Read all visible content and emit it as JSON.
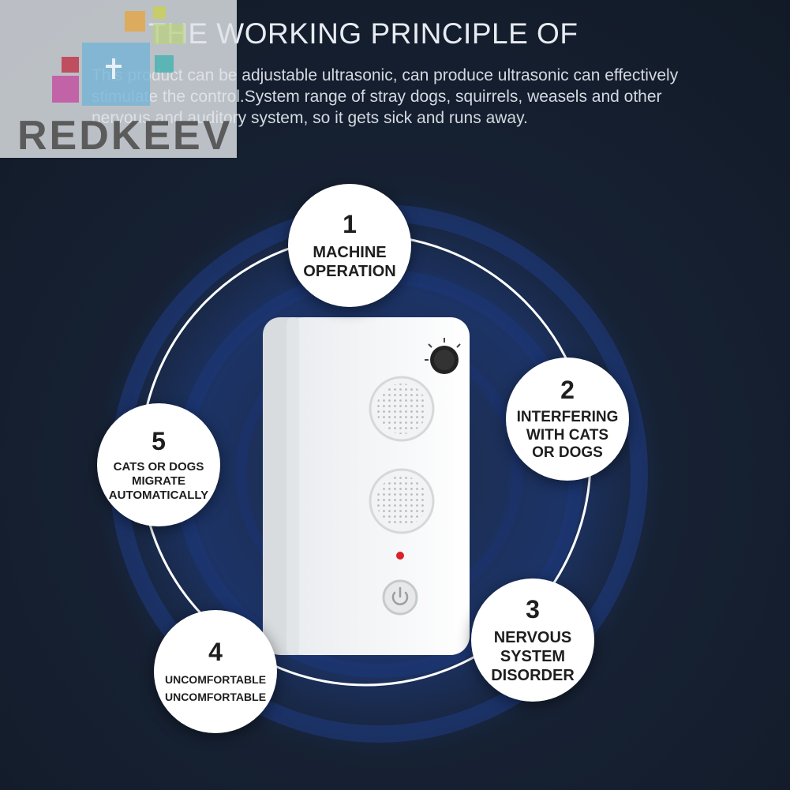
{
  "header": {
    "title": "THE WORKING PRINCIPLE OF",
    "description": "This product can be adjustable ultrasonic, can produce ultrasonic can effectively stimulate the control.System range of stray dogs, squirrels, weasels and other nervous and auditory system, so it gets sick and runs away."
  },
  "watermark": {
    "brand": "REDKEEV"
  },
  "steps": [
    {
      "number": "1",
      "label": "MACHINE\nOPERATION"
    },
    {
      "number": "2",
      "label": "INTERFERING\nWITH CATS\nOR DOGS"
    },
    {
      "number": "3",
      "label": "NERVOUS\nSYSTEM\nDISORDER"
    },
    {
      "number": "4",
      "label": "UNCOMFORTABLE\nUNCOMFORTABLE"
    },
    {
      "number": "5",
      "label": "CATS OR DOGS\nMIGRATE\nAUTOMATICALLY"
    }
  ],
  "colors": {
    "background": "#162133",
    "glow": "#1f3f8a",
    "badge": "#ffffff",
    "led": "#d8232a"
  },
  "icons": [
    "power-icon",
    "volume-knob-icon",
    "speaker-grille-icon"
  ]
}
